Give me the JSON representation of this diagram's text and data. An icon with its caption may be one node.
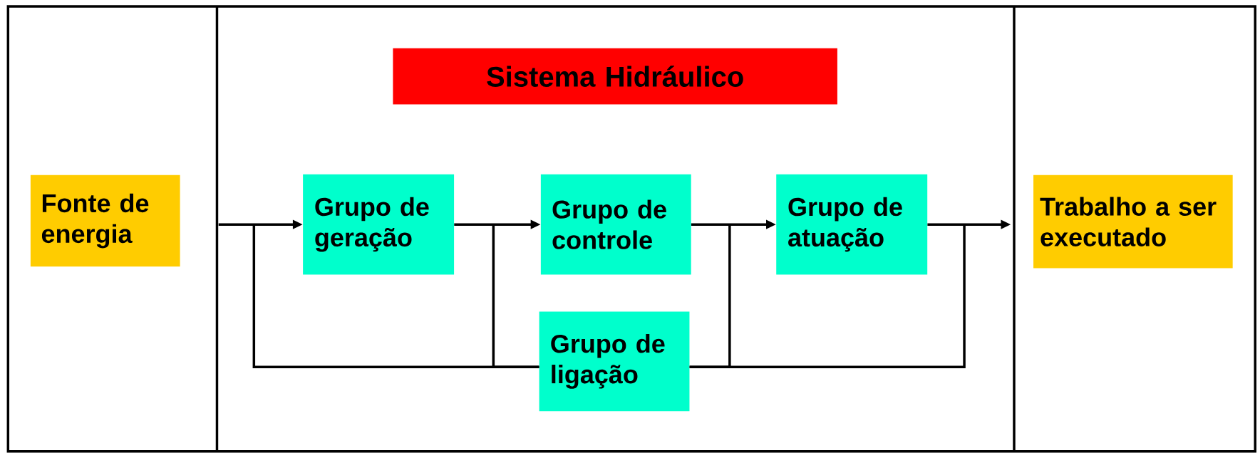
{
  "diagram": {
    "nodes": [
      {
        "text": [
          "Sistema Hidráulico"
        ]
      },
      {
        "text": [
          "Fonte de energia"
        ]
      },
      {
        "text": [
          "Grupo de geração"
        ]
      },
      {
        "text": [
          "Grupo de controle"
        ]
      },
      {
        "text": [
          "Grupo de atuação"
        ]
      },
      {
        "text": [
          "Trabalho a ser executado"
        ]
      },
      {
        "text": [
          "Grupo de ligação"
        ]
      }
    ],
    "edges": [
      {
        "from": null,
        "to": 2,
        "arrow": "to"
      },
      {
        "from": 2,
        "to": 3,
        "arrow": "to"
      },
      {
        "from": 3,
        "to": 4,
        "arrow": "to"
      },
      {
        "from": 4,
        "to": null,
        "arrow": "to"
      },
      {
        "from": 6,
        "to": null,
        "arrow": "none"
      },
      {
        "from": 6,
        "to": null,
        "arrow": "none"
      },
      {
        "from": 6,
        "to": null,
        "arrow": "none"
      },
      {
        "from": 6,
        "to": null,
        "arrow": "none"
      }
    ]
  }
}
